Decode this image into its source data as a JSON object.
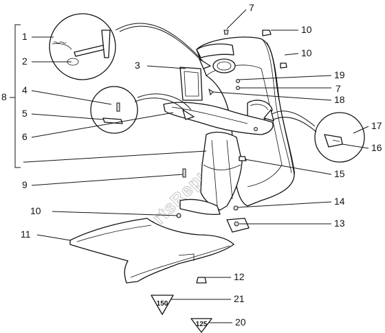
{
  "watermark": "PartsRepublik",
  "callouts": [
    {
      "key": "c1",
      "label": "1"
    },
    {
      "key": "c2",
      "label": "2"
    },
    {
      "key": "c3",
      "label": "3"
    },
    {
      "key": "c4",
      "label": "4"
    },
    {
      "key": "c5",
      "label": "5"
    },
    {
      "key": "c6",
      "label": "6"
    },
    {
      "key": "c7a",
      "label": "7"
    },
    {
      "key": "c7b",
      "label": "7"
    },
    {
      "key": "c8",
      "label": "8"
    },
    {
      "key": "c9",
      "label": "9"
    },
    {
      "key": "c10a",
      "label": "10"
    },
    {
      "key": "c10b",
      "label": "10"
    },
    {
      "key": "c10c",
      "label": "10"
    },
    {
      "key": "c11",
      "label": "11"
    },
    {
      "key": "c12",
      "label": "12"
    },
    {
      "key": "c13",
      "label": "13"
    },
    {
      "key": "c14",
      "label": "14"
    },
    {
      "key": "c15",
      "label": "15"
    },
    {
      "key": "c16",
      "label": "16"
    },
    {
      "key": "c17",
      "label": "17"
    },
    {
      "key": "c18",
      "label": "18"
    },
    {
      "key": "c19",
      "label": "19"
    },
    {
      "key": "c20",
      "label": "20"
    },
    {
      "key": "c21",
      "label": "21"
    }
  ],
  "badges": [
    {
      "key": "b150",
      "label": "150"
    },
    {
      "key": "b125",
      "label": "125"
    }
  ]
}
